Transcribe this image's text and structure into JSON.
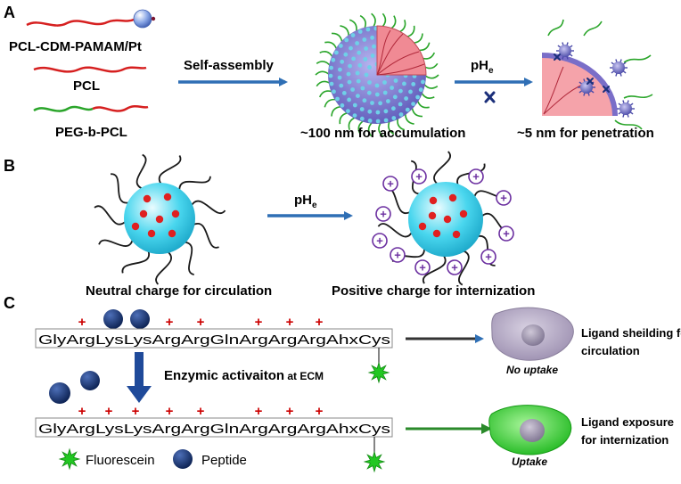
{
  "panels": {
    "a": "A",
    "b": "B",
    "c": "C"
  },
  "panel_a": {
    "materials": [
      "PCL-CDM-PAMAM/Pt",
      "PCL",
      "PEG-b-PCL"
    ],
    "arrow1_label": "Self-assembly",
    "arrow2_label_main": "pH",
    "arrow2_label_sub": "e",
    "caption_large": "~100 nm for accumulation",
    "caption_small": "~5 nm for penetration"
  },
  "panel_b": {
    "arrow_label_main": "pH",
    "arrow_label_sub": "e",
    "caption_left": "Neutral charge for circulation",
    "caption_right": "Positive charge for internization",
    "charge_symbol": "+"
  },
  "panel_c": {
    "sequence_top": "GlyArgLysLysArgArgGlnArgArgArgAhxCys",
    "sequence_bottom": "GlyArgLysLysArgArgGlnArgArgArgAhxCys",
    "plus": "+",
    "activation_main": "Enzymic activaiton",
    "activation_sub": " at ECM",
    "cell_top_label": "No uptake",
    "cell_bottom_label": "Uptake",
    "note_top_line1": "Ligand sheilding for",
    "note_top_line2": "circulation",
    "note_bottom_line1": "Ligand exposure",
    "note_bottom_line2": "for internization",
    "legend_fluorescein": "Fluorescein",
    "legend_peptide": "Peptide"
  },
  "colors": {
    "arrow_blue": "#2f6fb5",
    "cell_uptake": "#3ed63e",
    "cell_no_uptake": "#b9aec9",
    "charge_purple": "#6b2fa0",
    "peptide_navy": "#1b3a7a",
    "fluorescein_green": "#22c722",
    "plus_red": "#cc0000"
  }
}
